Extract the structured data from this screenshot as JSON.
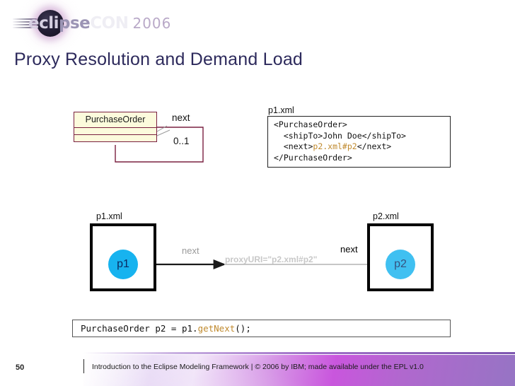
{
  "logo": {
    "part1": "ecli",
    "part2": "pse",
    "part3": "CON",
    "year": "2006"
  },
  "slide": {
    "title": "Proxy Resolution and Demand Load",
    "number": "50",
    "footer_text": "Introduction to the Eclipse Modeling Framework  |  © 2006 by IBM; made available under the EPL v1.0"
  },
  "uml": {
    "class_name": "PurchaseOrder",
    "association_role": "next",
    "association_cardinality": "0..1",
    "fill_color": "#fcfbdc",
    "border_color": "#7a2040"
  },
  "xml_document": {
    "file_label": "p1.xml",
    "lines": [
      {
        "before": "<PurchaseOrder>",
        "ref": "",
        "after": ""
      },
      {
        "before": "  <shipTo>John Doe</shipTo>",
        "ref": "",
        "after": ""
      },
      {
        "before": "  <next>",
        "ref": "p2.xml#p2",
        "after": "</next>"
      },
      {
        "before": "</PurchaseOrder>",
        "ref": "",
        "after": ""
      }
    ],
    "line1": "<PurchaseOrder>",
    "line2": "  <shipTo>John Doe</shipTo>",
    "line3_before": "  <next>",
    "line3_ref": "p2.xml#p2",
    "line3_after": "</next>",
    "line4": "</PurchaseOrder>",
    "ref_color": "#c08a2e"
  },
  "instances": {
    "left_file_label": "p1.xml",
    "right_file_label": "p2.xml",
    "left_object": "p1",
    "right_object": "p2",
    "edge_label_resolved": "next",
    "edge_label_proxy": "next",
    "proxy_uri": "proxyURI=\"p2.xml#p2\"",
    "object_color": "#17b3ef"
  },
  "code": {
    "before": "PurchaseOrder p2 = p1.",
    "method": "getNext",
    "after": "();",
    "method_color": "#c08a2e"
  }
}
